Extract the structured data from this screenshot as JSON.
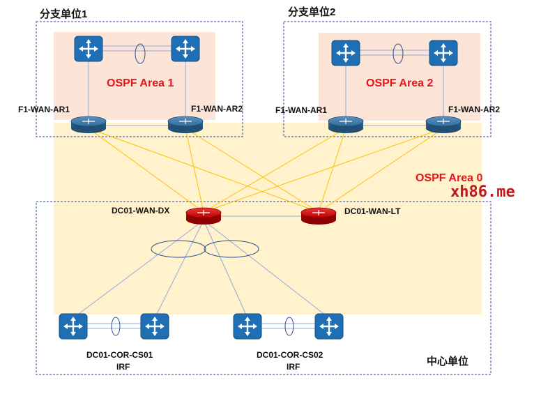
{
  "titles": {
    "branch1": "分支单位1",
    "branch2": "分支单位2",
    "center": "中心单位"
  },
  "areas": {
    "area1": "OSPF Area 1",
    "area2": "OSPF Area 2",
    "area0": "OSPF Area 0"
  },
  "devices": {
    "b1_ar1": "F1-WAN-AR1",
    "b1_ar2": "F1-WAN-AR2",
    "b2_ar1": "F1-WAN-AR1",
    "b2_ar2": "F1-WAN-AR2",
    "dx": "DC01-WAN-DX",
    "lt": "DC01-WAN-LT",
    "cs01": "DC01-COR-CS01",
    "cs02": "DC01-COR-CS02",
    "irf1": "IRF",
    "irf2": "IRF"
  },
  "watermark": "xh86.me",
  "colors": {
    "area_peach": "#fce4d6",
    "area0_yellow": "#fff2cc",
    "router_blue": "#2f6e9e",
    "router_red": "#c00000",
    "switch_blue": "#1f6fb5",
    "link_blue": "#8faadc",
    "link_yellow": "#ffc000",
    "area_text_red": "#e8141b"
  },
  "icons": {
    "router": "router-icon",
    "switch": "switch-icon",
    "irf": "irf-ellipse-icon"
  }
}
